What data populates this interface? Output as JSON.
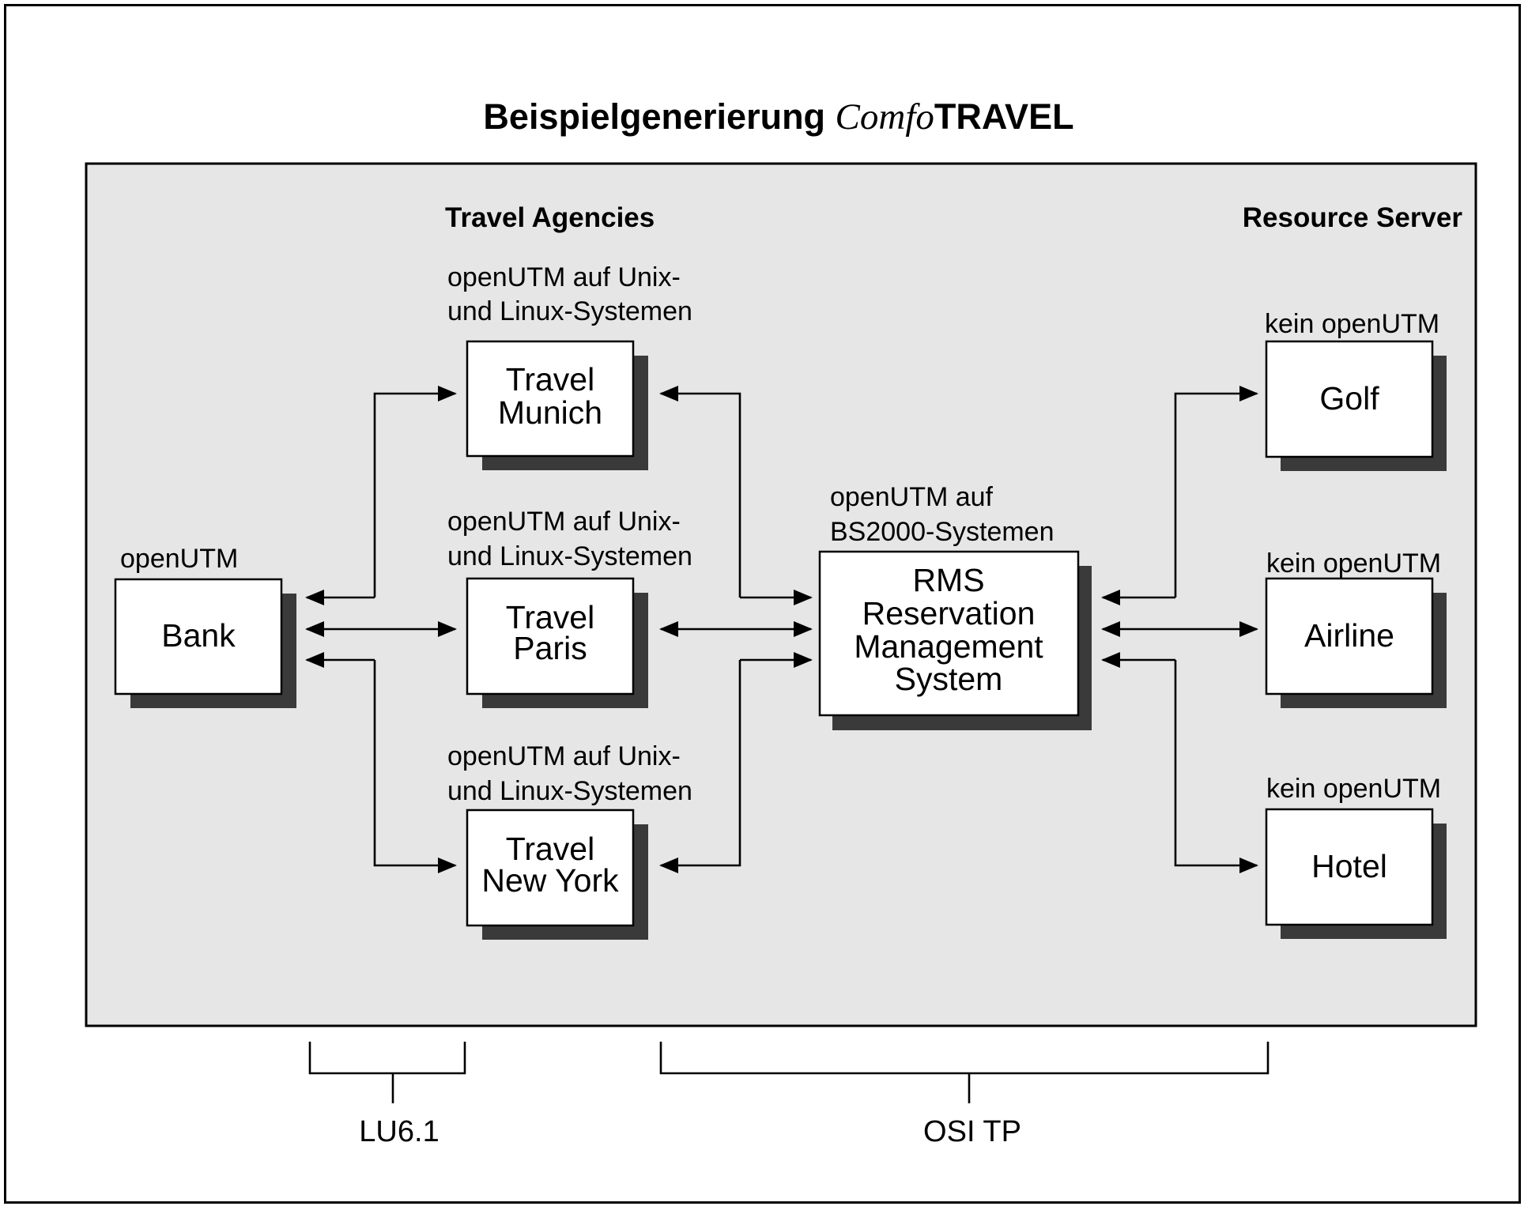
{
  "title": {
    "prefix": "Beispielgenerierung ",
    "brand_italic": "Comfo",
    "brand_rest": "TRAVEL"
  },
  "sections": {
    "agencies": "Travel Agencies",
    "resources": "Resource Server"
  },
  "nodes": {
    "bank": {
      "caption": "openUTM",
      "lines": [
        "Bank"
      ]
    },
    "munich": {
      "caption": [
        "openUTM auf Unix-",
        "und Linux-Systemen"
      ],
      "lines": [
        "Travel",
        "Munich"
      ]
    },
    "paris": {
      "caption": [
        "openUTM auf Unix-",
        "und Linux-Systemen"
      ],
      "lines": [
        "Travel",
        "Paris"
      ]
    },
    "newyork": {
      "caption": [
        "openUTM auf Unix-",
        "und Linux-Systemen"
      ],
      "lines": [
        "Travel",
        "New York"
      ]
    },
    "rms": {
      "caption": [
        "openUTM auf",
        "BS2000-Systemen"
      ],
      "lines": [
        "RMS",
        "Reservation",
        "Management",
        "System"
      ]
    },
    "golf": {
      "caption": "kein openUTM",
      "lines": [
        "Golf"
      ]
    },
    "airline": {
      "caption": "kein openUTM",
      "lines": [
        "Airline"
      ]
    },
    "hotel": {
      "caption": "kein openUTM",
      "lines": [
        "Hotel"
      ]
    }
  },
  "protocols": {
    "left": "LU6.1",
    "right": "OSI TP"
  },
  "colors": {
    "panel": "#e6e6e6",
    "shadow": "#3a3a3a",
    "box": "#ffffff",
    "line": "#000000"
  }
}
